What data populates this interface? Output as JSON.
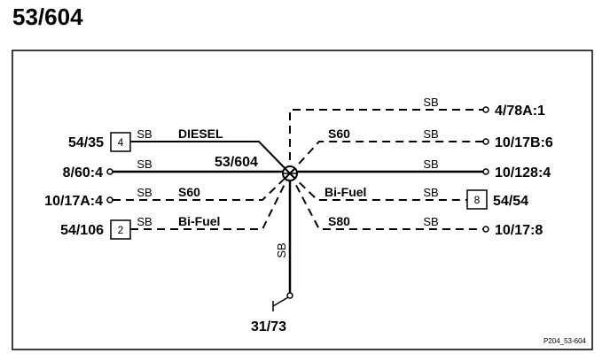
{
  "page_title": "53/604",
  "splice": {
    "id": "53/604"
  },
  "ground": {
    "id": "31/73",
    "wire_color": "SB"
  },
  "connections": [
    {
      "terminal": "4/78A:1",
      "wire_color": "SB",
      "variant": "",
      "box": "",
      "line": "dashed"
    },
    {
      "terminal": "10/17B:6",
      "wire_color": "SB",
      "variant": "S60",
      "box": "",
      "line": "dashed"
    },
    {
      "terminal": "10/128:4",
      "wire_color": "SB",
      "variant": "",
      "box": "",
      "line": "solid"
    },
    {
      "terminal": "54/54",
      "wire_color": "SB",
      "variant": "Bi-Fuel",
      "box": "8",
      "line": "dashed"
    },
    {
      "terminal": "10/17:8",
      "wire_color": "SB",
      "variant": "S80",
      "box": "",
      "line": "dashed"
    },
    {
      "terminal": "54/35",
      "wire_color": "SB",
      "variant": "DIESEL",
      "box": "4",
      "line": "solid"
    },
    {
      "terminal": "8/60:4",
      "wire_color": "SB",
      "variant": "",
      "box": "",
      "line": "solid"
    },
    {
      "terminal": "10/17A:4",
      "wire_color": "SB",
      "variant": "S60",
      "box": "",
      "line": "dashed"
    },
    {
      "terminal": "54/106",
      "wire_color": "SB",
      "variant": "Bi-Fuel",
      "box": "2",
      "line": "dashed"
    }
  ],
  "figure_ref": "P204_53-604"
}
